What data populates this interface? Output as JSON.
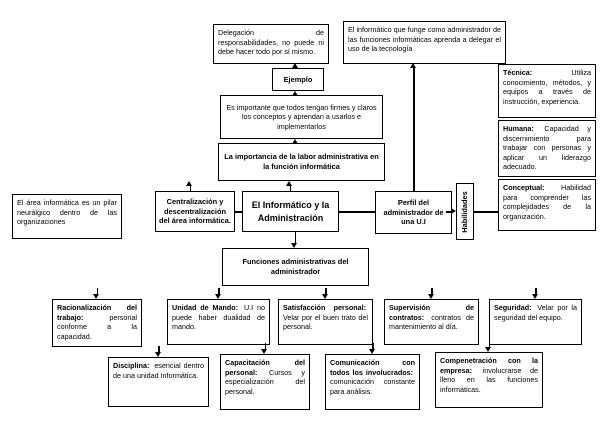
{
  "diagram": {
    "background_color": "#ffffff",
    "box_fill": "#ffffff",
    "box_border": "#000000",
    "line_color": "#000000",
    "nodes": {
      "delegacion": {
        "text": "Delegación de responsabilidades, no puede ni debe hacer todo por sí mismo."
      },
      "ejemplo": {
        "text": "Ejemplo"
      },
      "funge": {
        "text": "El informático que funge como administrador de las funciones informáticas aprenda a delegar el uso de la tecnología"
      },
      "es_importante": {
        "text": "Es importante que todos tengan firmes y claros los conceptos y aprendan a usarlos e implementarlos"
      },
      "la_importancia": {
        "text": "La importancia de la labor administrativa en la función informática"
      },
      "area_informatica": {
        "text": "El área informática es un pilar neurálgico dentro de las organizaciones"
      },
      "centralizacion": {
        "text": "Centralización y descentralización del área informática."
      },
      "central": {
        "text": "El Informático y la Administración"
      },
      "perfil": {
        "text": "Perfil del administrador de una U.I"
      },
      "habilidades": {
        "text": "Habilidades"
      },
      "funciones": {
        "text": "Funciones administrativas del administrador"
      },
      "tecnica": {
        "lead": "Técnica:",
        "body": "Utiliza conocimiento, métodos, y equipos a través de instrucción, experiencia."
      },
      "humana": {
        "lead": "Humana:",
        "body": "Capacidad y discernimiento para trabajar con personas y aplicar un liderazgo adecuado."
      },
      "conceptual": {
        "lead": "Conceptual:",
        "body": "Habilidad para comprender las complejidades de la organización."
      },
      "racionalizacion": {
        "lead": "Racionalización del trabajo:",
        "body": "personal conforme a la capacidad."
      },
      "unidad_mando": {
        "lead": "Unidad de Mando:",
        "body": "U.I no puede haber dualidad de mando."
      },
      "satisfaccion": {
        "lead": "Satisfacción personal:",
        "body": "Velar por el buen trato del personal."
      },
      "supervision": {
        "lead": "Supervisión de contratos:",
        "body": "contratos de mantenimiento al día."
      },
      "seguridad": {
        "lead": "Seguridad:",
        "body": "Velar por la seguridad del equipo."
      },
      "disciplina": {
        "lead": "Disciplina:",
        "body": "esencial dentro de una unidad Informática."
      },
      "capacitacion": {
        "lead": "Capacitación del personal:",
        "body": "Cursos y especialización del personal."
      },
      "comunicacion": {
        "lead": "Comunicación con todos los involucrados:",
        "body": "comunicación constante para análisis."
      },
      "compenetracion": {
        "lead": "Compenetración con la empresa:",
        "body": "involucrarse de lleno en las funciones informáticas."
      }
    }
  }
}
